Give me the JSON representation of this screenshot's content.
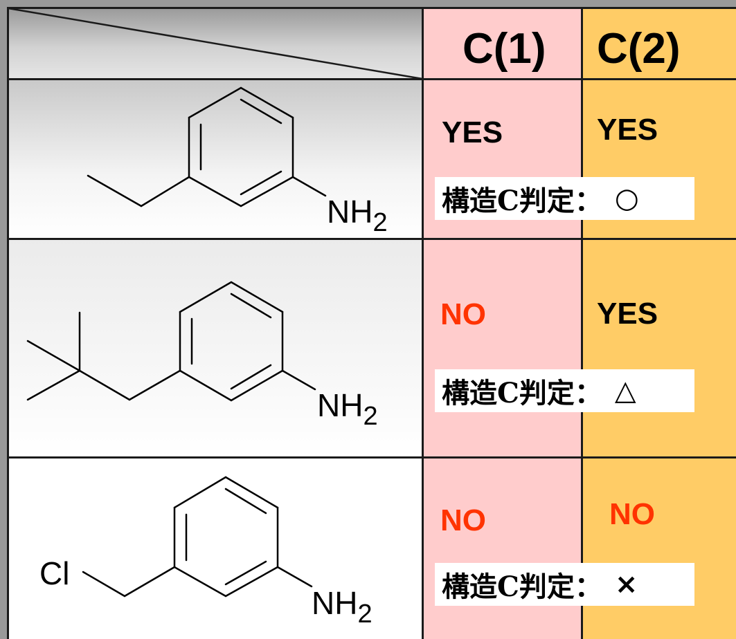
{
  "header": {
    "col1": "C(1)",
    "col2": "C(2)"
  },
  "rows": [
    {
      "molecule": {
        "amine_label": "NH",
        "amine_subscript": "2"
      },
      "c1": "YES",
      "c2": "YES",
      "verdict_label": "構造C判定：",
      "verdict_mark": "○"
    },
    {
      "molecule": {
        "amine_label": "NH",
        "amine_subscript": "2"
      },
      "c1": "NO",
      "c2": "YES",
      "verdict_label": "構造C判定：",
      "verdict_mark": "△"
    },
    {
      "molecule": {
        "amine_label": "NH",
        "amine_subscript": "2",
        "halogen_label": "Cl"
      },
      "c1": "NO",
      "c2": "NO",
      "verdict_label": "構造C判定：",
      "verdict_mark": "×"
    }
  ],
  "colors": {
    "pink": "#ffcccc",
    "orange": "#ffcc66",
    "no_red": "#ff3300",
    "frame_gray": "#999999"
  }
}
